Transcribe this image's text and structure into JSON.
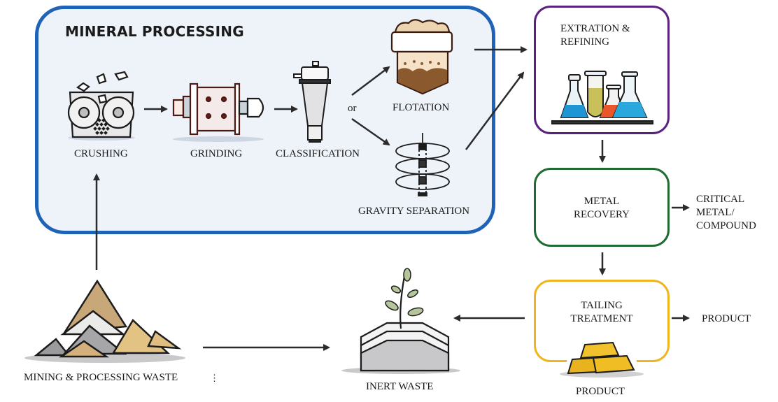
{
  "diagram": {
    "mineral_processing": {
      "title": "MINERAL PROCESSING",
      "steps": [
        {
          "label": "CRUSHING",
          "icon": "crusher-icon"
        },
        {
          "label": "GRINDING",
          "icon": "ball-mill-icon"
        },
        {
          "label": "CLASSIFICATION",
          "icon": "hydrocyclone-icon"
        }
      ],
      "branch_label": "or",
      "branches": [
        {
          "label": "FLOTATION",
          "icon": "flotation-cell-icon"
        },
        {
          "label": "GRAVITY SEPARATION",
          "icon": "spiral-separator-icon"
        }
      ]
    },
    "extraction": {
      "label_line1": "EXTRATION &",
      "label_line2": "REFINING",
      "icon": "lab-flasks-icon"
    },
    "metal_recovery": {
      "label_line1": "METAL",
      "label_line2": "RECOVERY",
      "output_line1": "CRITICAL",
      "output_line2": "METAL/",
      "output_line3": "COMPOUND"
    },
    "tailing_treatment": {
      "label_line1": "TAILING",
      "label_line2": "TREATMENT",
      "output": "PRODUCT",
      "icon_label": "PRODUCT",
      "icon": "gold-bars-icon"
    },
    "inert_waste": {
      "label": "INERT WASTE",
      "icon": "landfill-sprout-icon"
    },
    "source": {
      "label": "MINING & PROCESSING WASTE",
      "icon": "waste-piles-icon",
      "marker": "⋮"
    },
    "colors": {
      "mineral_processing_border": "#1f63b8",
      "mineral_processing_fill": "#eef3fa",
      "extraction_border": "#5b2180",
      "recovery_border": "#1f6b32",
      "tailing_border": "#f0b51e",
      "arrow": "#2b2b2e"
    }
  }
}
